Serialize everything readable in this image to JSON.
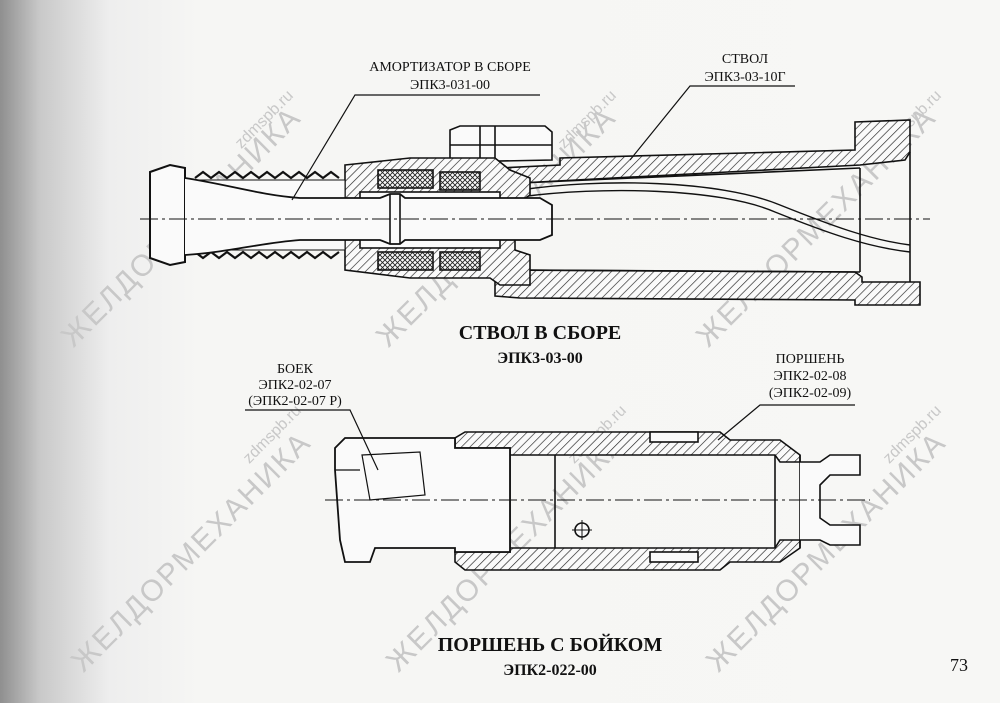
{
  "watermarks": {
    "site": "zdmspb.ru",
    "company": "ЖЕЛДОРМЕХАНИКА"
  },
  "barrel_drawing": {
    "callouts": {
      "shock_absorber_name": "АМОРТИЗАТОР В СБОРЕ",
      "shock_absorber_code": "ЭПК3-031-00",
      "barrel_name": "СТВОЛ",
      "barrel_code": "ЭПК3-03-10Г"
    },
    "title": "СТВОЛ В СБОРЕ",
    "code": "ЭПК3-03-00"
  },
  "piston_drawing": {
    "callouts": {
      "striker_name": "БОЕК",
      "striker_code": "ЭПК2-02-07",
      "striker_alt_code": "(ЭПК2-02-07 Р)",
      "piston_name": "ПОРШЕНЬ",
      "piston_code": "ЭПК2-02-08",
      "piston_alt_code": "(ЭПК2-02-09)"
    },
    "title": "ПОРШЕНЬ С БОЙКОМ",
    "code": "ЭПК2-022-00"
  },
  "page_number": "73"
}
